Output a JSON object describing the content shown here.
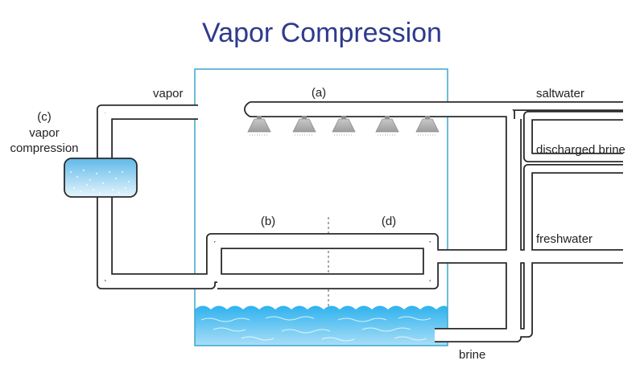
{
  "title": "Vapor Compression",
  "labels": {
    "a": "(a)",
    "b": "(b)",
    "c_line1": "(c)",
    "c_line2": "vapor",
    "c_line3": "compression",
    "d": "(d)",
    "vapor": "vapor",
    "saltwater": "saltwater",
    "discharged_brine": "discharged brine",
    "freshwater": "freshwater",
    "brine": "brine"
  },
  "colors": {
    "title": "#2e3a8c",
    "vessel_border": "#3aa6cf",
    "water": "#37b8ef",
    "pipe": "#2a2a2a",
    "nozzle": "#b4b4b4",
    "compressor": "#7cc6ee"
  },
  "nozzle_count": 5
}
